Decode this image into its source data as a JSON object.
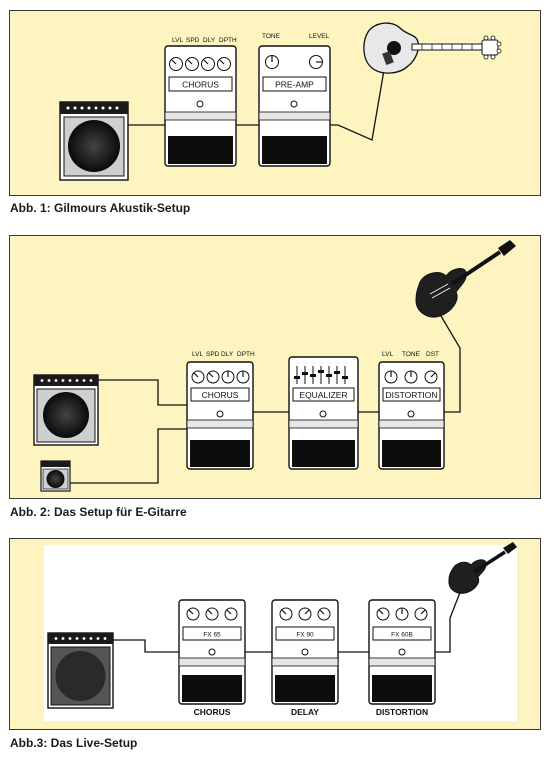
{
  "colors": {
    "panel_bg": "#fdf4c0",
    "panel3_bg": "#ffffff",
    "line": "#111111"
  },
  "figure1": {
    "caption": "Abb. 1: Gilmours Akustik-Setup",
    "chorus": {
      "knob_labels": [
        "LVL",
        "SPD",
        "DLY",
        "DPTH"
      ],
      "name": "CHORUS"
    },
    "preamp": {
      "knob_labels": [
        "TONE",
        "LEVEL"
      ],
      "name": "PRE-AMP"
    },
    "instrument": "acoustic-guitar-icon",
    "amp": "amplifier-icon"
  },
  "figure2": {
    "caption": "Abb. 2: Das Setup für E-Gitarre",
    "chorus": {
      "knob_labels": [
        "LVL",
        "SPD",
        "DLY",
        "DPTH"
      ],
      "name": "CHORUS"
    },
    "equalizer": {
      "name": "EQUALIZER"
    },
    "distortion": {
      "knob_labels": [
        "LVL",
        "TONE",
        "DST"
      ],
      "name": "DISTORTION"
    },
    "instrument": "electric-guitar-icon",
    "amp": "amplifier-icon"
  },
  "figure3": {
    "caption": "Abb.3: Das Live-Setup",
    "pedals": [
      {
        "name": "FX 65",
        "label": "CHORUS"
      },
      {
        "name": "FX 90",
        "label": "DELAY"
      },
      {
        "name": "FX 60B",
        "label": "DISTORTION"
      }
    ],
    "instrument": "electric-guitar-icon",
    "amp": "amplifier-icon"
  }
}
